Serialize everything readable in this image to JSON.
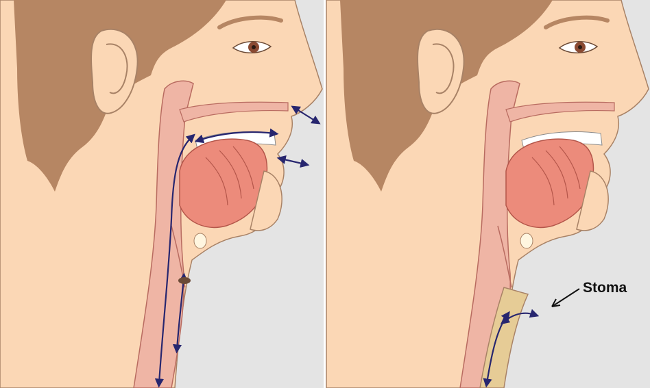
{
  "colors": {
    "background": "#e4e4e4",
    "skin": "#fbd7b5",
    "skin_outline": "#a88266",
    "hair": "#b68663",
    "tissue": "#efb5a5",
    "tongue": "#ec8b7b",
    "teeth": "#ffffff",
    "arrow": "#27266f",
    "tube_tan": "#e6cc96",
    "iris": "#8a4a32"
  },
  "panels": [
    {
      "id": "normal-airway",
      "airflow_arrows": true,
      "stoma": false
    },
    {
      "id": "laryngectomy-airway",
      "airflow_arrows": true,
      "stoma": true
    }
  ],
  "labels": {
    "stoma": "Stoma"
  },
  "icons": {
    "stoma_pointer": "arrow-pointer-icon",
    "airflow": "double-headed-arrow-icon"
  }
}
